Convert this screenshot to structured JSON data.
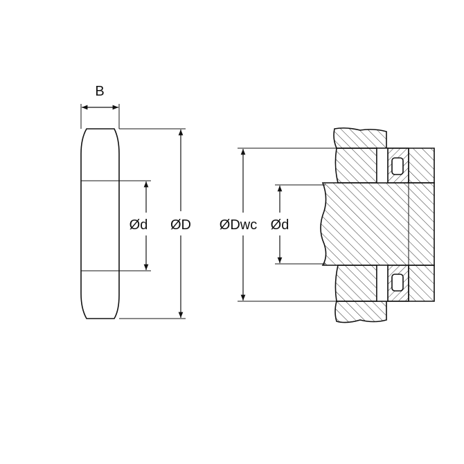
{
  "washer_view": {
    "label_width": "B",
    "label_outer_diameter": "ØD",
    "label_inner_diameter": "Ød"
  },
  "assembly_view": {
    "label_housing_diameter": "ØDwc",
    "label_shaft_diameter": "Ød"
  },
  "colors": {
    "line": "#111111",
    "background": "#ffffff"
  }
}
